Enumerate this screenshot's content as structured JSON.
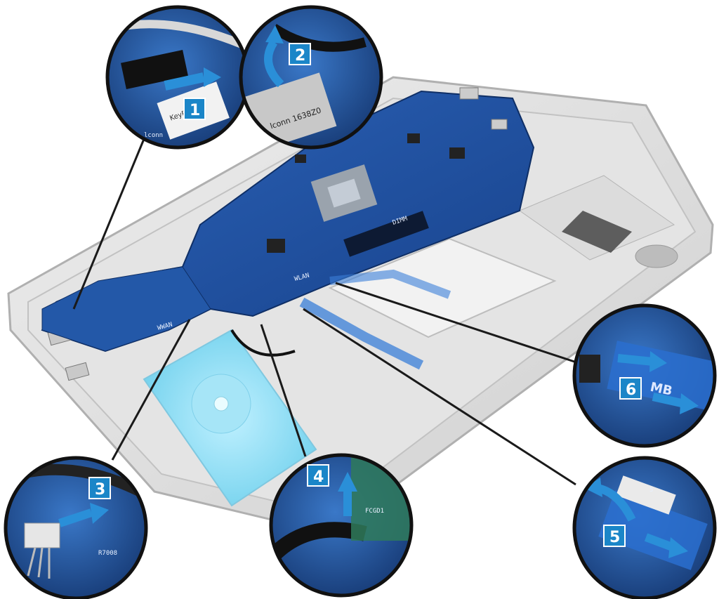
{
  "diagram": {
    "steps": [
      {
        "label": "1"
      },
      {
        "label": "2"
      },
      {
        "label": "3"
      },
      {
        "label": "4"
      },
      {
        "label": "5"
      },
      {
        "label": "6"
      }
    ],
    "board_text": {
      "wwan": "WWAN",
      "wlan": "WLAN",
      "mb": "MB",
      "dimm": "DIMM",
      "zoom1_text1": "KeyB",
      "zoom1_text2": "lconn",
      "zoom2_text": "lconn 1638Z0",
      "zoom3_text": "R7008",
      "zoom4_text": "FCGD1"
    }
  },
  "colors": {
    "callout_blue": "#1b86c8",
    "pcb_blue": "#1f4fa0",
    "chassis_gray": "#d6d6d6",
    "leader_line": "#1a1a1a"
  }
}
